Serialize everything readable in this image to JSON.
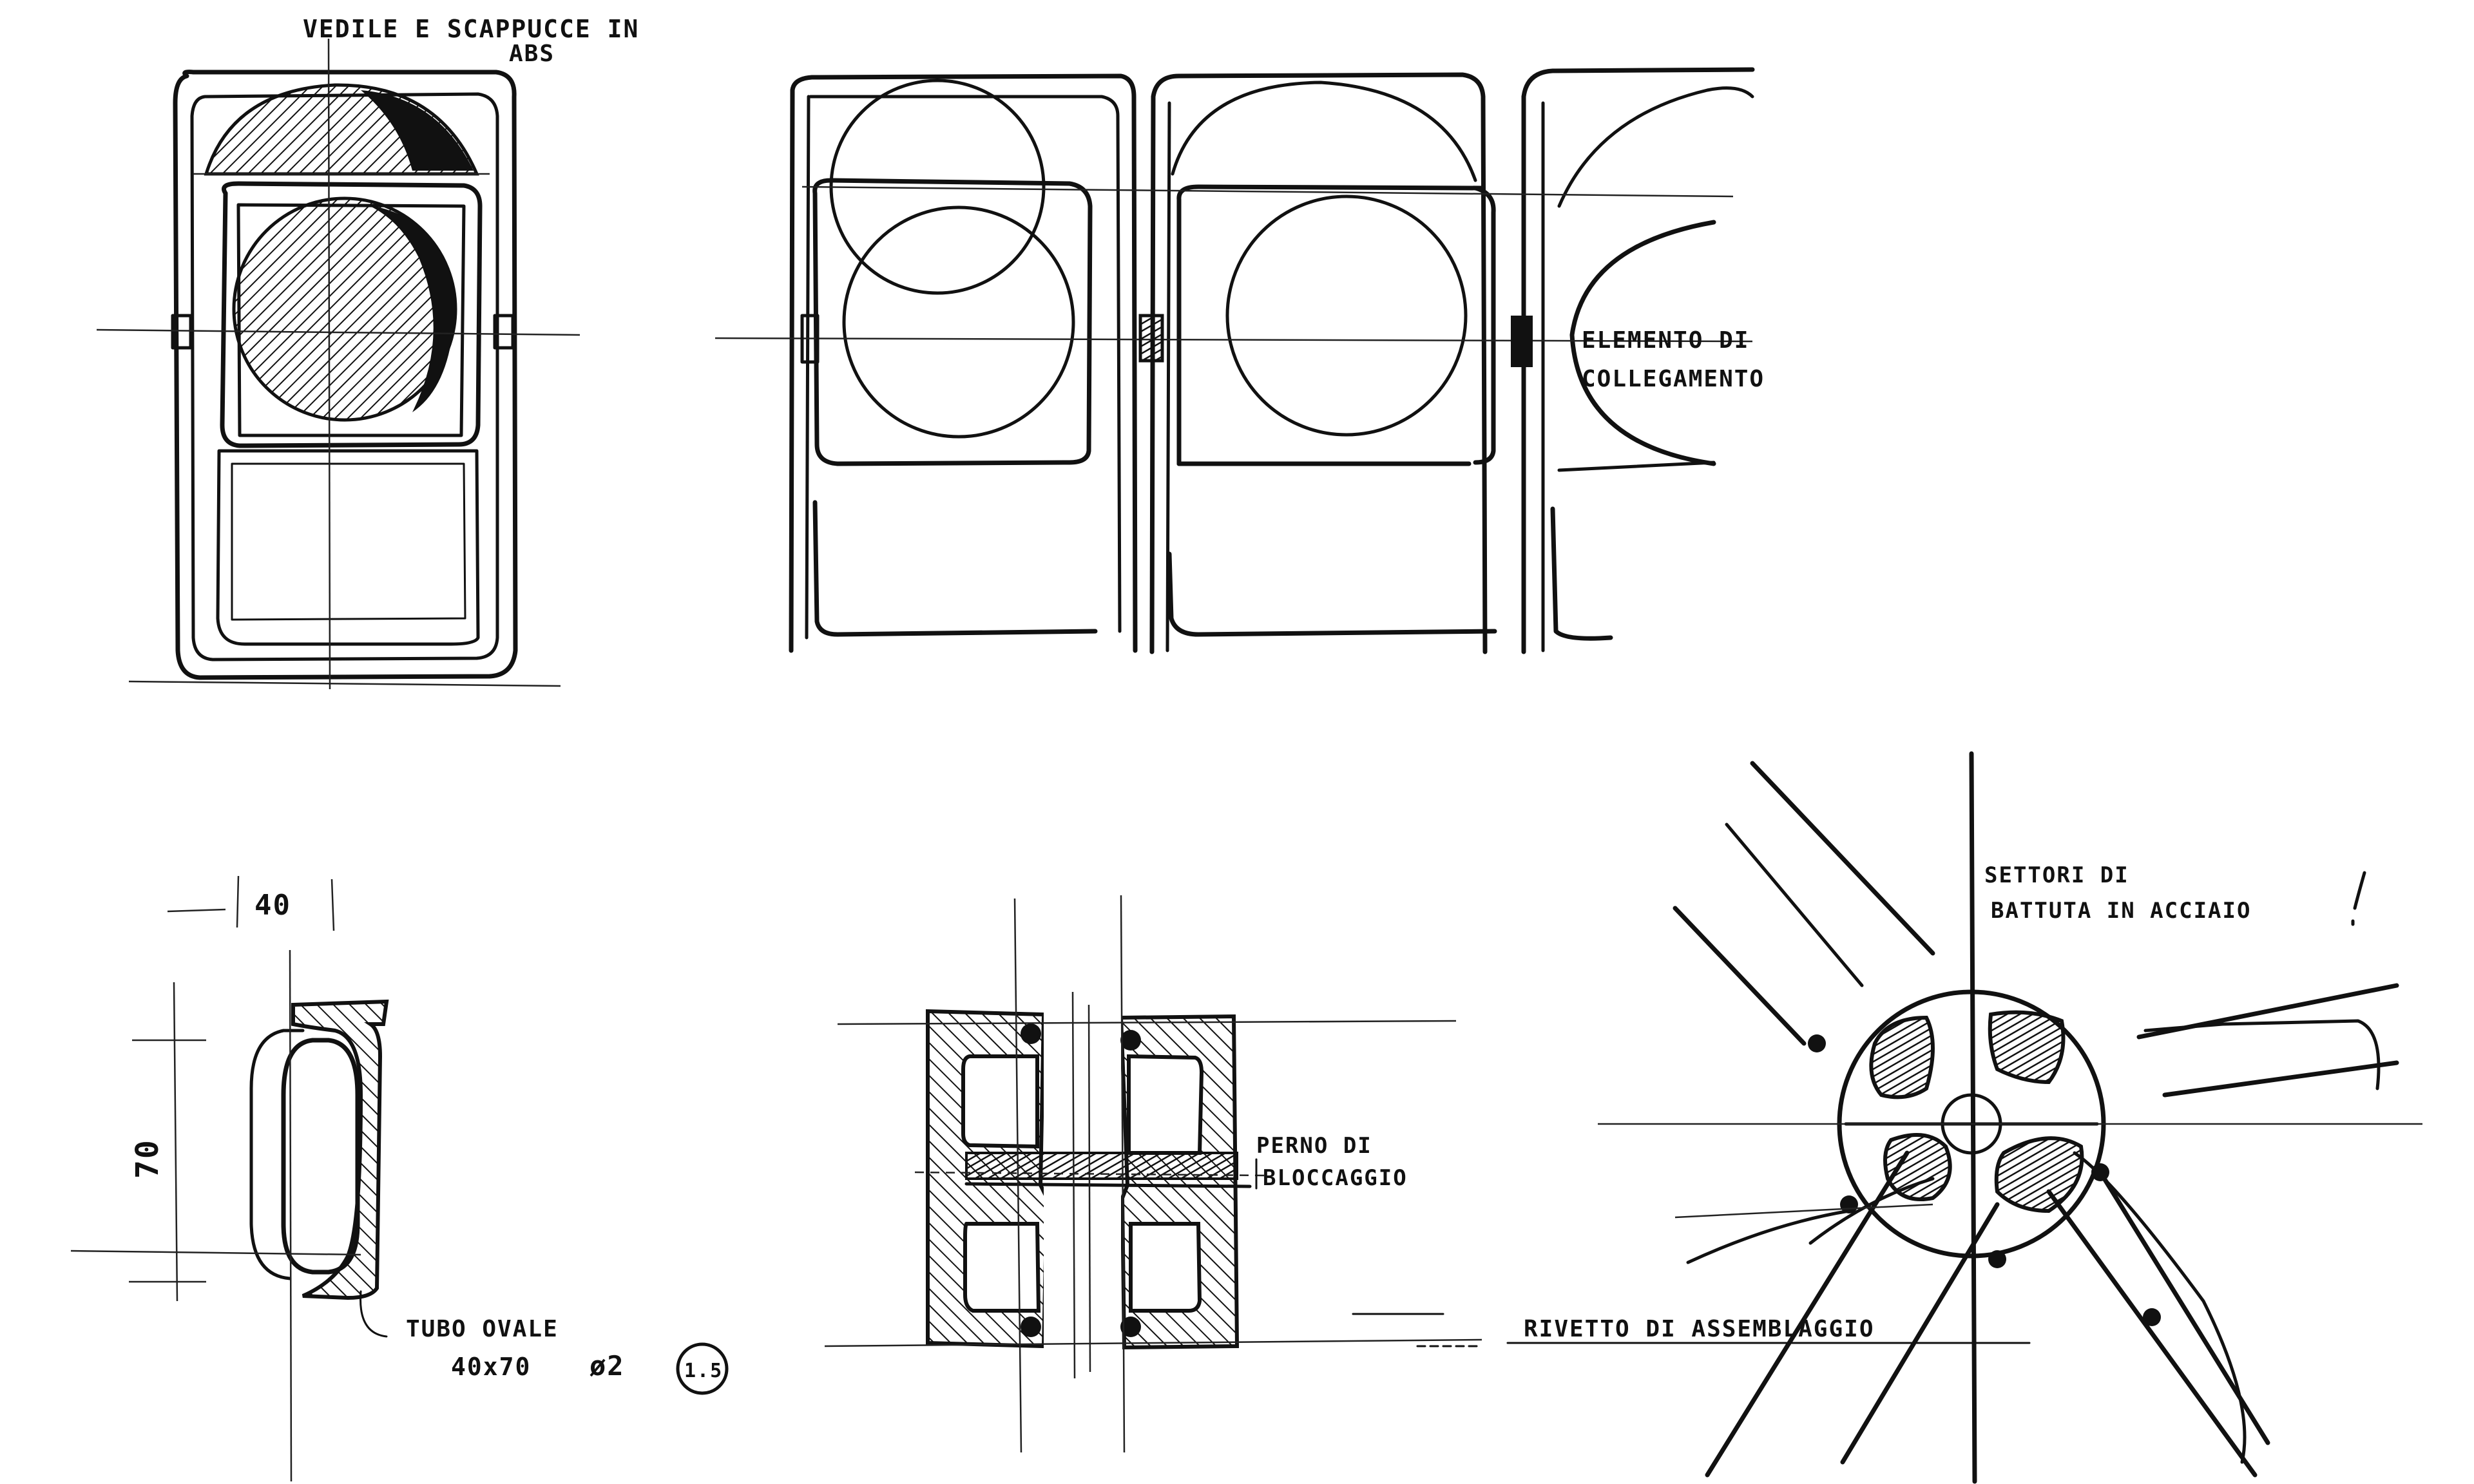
{
  "labels": {
    "top_note_line1": "VEDILE E SCAPPUCCE IN",
    "top_note_line2": "ABS",
    "connection_line1": "ELEMENTO DI",
    "connection_line2": "COLLEGAMENTO",
    "dimension_width": "40",
    "dimension_height": "70",
    "tube_line1": "TUBO OVALE",
    "tube_line2": "40x70",
    "tube_thickness": "ø2",
    "tube_circle": "1.5",
    "locking_line1": "PERNO DI",
    "locking_line2": "BLOCCAGGIO",
    "sector_line1": "SETTORI DI",
    "sector_line2": "BATTUTA IN ACCIAIO",
    "rivet_note": "RIVETTO DI ASSEMBLAGGIO"
  },
  "colors": {
    "ink": "#111111",
    "paper": "#ffffff"
  }
}
